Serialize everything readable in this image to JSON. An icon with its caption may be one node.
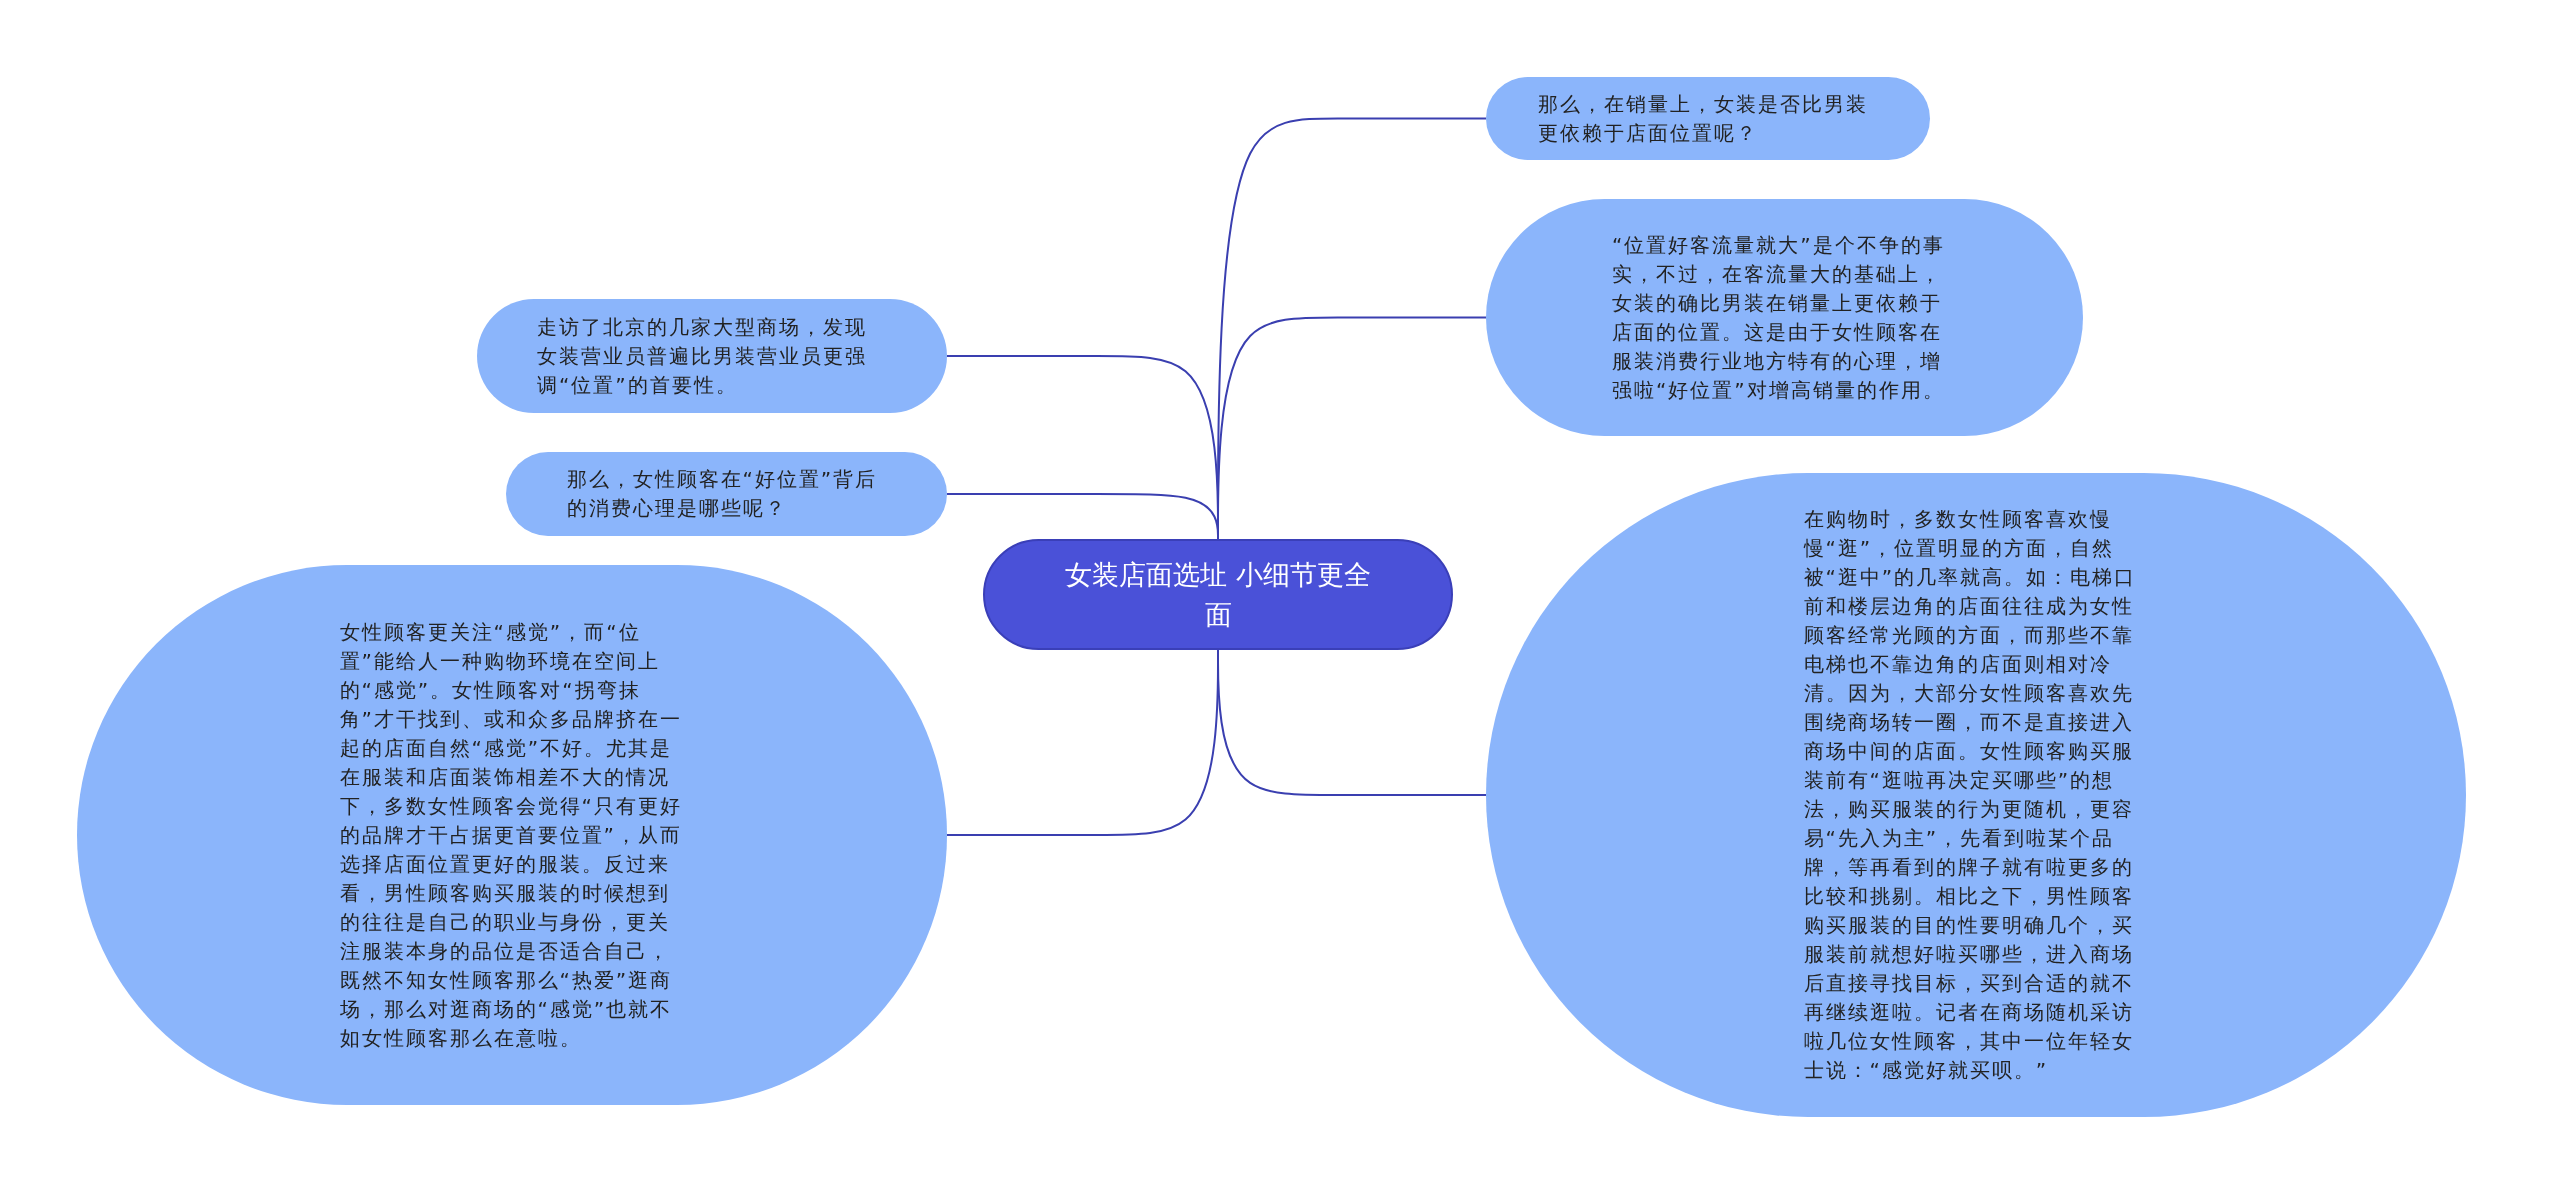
{
  "diagram": {
    "nodes": [
      {
        "text": [
          "女装店面选址 小细节更全面"
        ]
      },
      {
        "text": [
          "那么，在销量上，女装是否比男装更依赖于店面位置呢？"
        ]
      },
      {
        "text": [
          "“位置好客流量就大”是个不争的事实，不过，在客流量大的基础上，女装的确比男装在销量上更依赖于店面的位置。这是由于女性顾客在服装消费行业地方特有的心理，增强啦“好位置”对增高销量的作用。"
        ]
      },
      {
        "text": [
          "走访了北京的几家大型商场，发现女装营业员普遍比男装营业员更强调“位置”的首要性。"
        ]
      },
      {
        "text": [
          "那么，女性顾客在“好位置”背后的消费心理是哪些呢？"
        ]
      },
      {
        "text": [
          "在购物时，多数女性顾客喜欢慢慢“逛”，位置明显的方面，自然被“逛中”的几率就高。如：电梯口前和楼层边角的店面往往成为女性顾客经常光顾的方面，而那些不靠电梯也不靠边角的店面则相对冷清。因为，大部分女性顾客喜欢先围绕商场转一圈，而不是直接进入商场中间的店面。女性顾客购买服装前有“逛啦再决定买哪些”的想法，购买服装的行为更随机，更容易“先入为主”，先看到啦某个品牌，等再看到的牌子就有啦更多的比较和挑剔。相比之下，男性顾客购买服装的目的性要明确几个，买服装前就想好啦买哪些，进入商场后直接寻找目标，买到合适的就不再继续逛啦。记者在商场随机采访啦几位女性顾客，其中一位年轻女士说：“感觉好就买呗。”"
        ]
      },
      {
        "text": [
          "女性顾客更关注“感觉”，而“位置”能给人一种购物环境在空间上的“感觉”。女性顾客对“拐弯抹角”才干找到、或和众多品牌挤在一起的店面自然“感觉”不好。尤其是在服装和店面装饰相差不大的情况下，多数女性顾客会觉得“只有更好的品牌才干占据更首要位置”，从而选择店面位置更好的服装。反过来看，男性顾客购买服装的时候想到的往往是自己的职业与身份，更关注服装本身的品位是否适合自己，既然不知女性顾客那么“热爱”逛商场，那么对逛商场的“感觉”也就不如女性顾客那么在意啦。"
        ]
      }
    ],
    "edges": [
      {
        "from": 0,
        "to": 1,
        "arrow": "none"
      },
      {
        "from": 0,
        "to": 2,
        "arrow": "none"
      },
      {
        "from": 0,
        "to": 3,
        "arrow": "none"
      },
      {
        "from": 0,
        "to": 4,
        "arrow": "none"
      },
      {
        "from": 0,
        "to": 5,
        "arrow": "none"
      },
      {
        "from": 0,
        "to": 6,
        "arrow": "none"
      }
    ]
  }
}
